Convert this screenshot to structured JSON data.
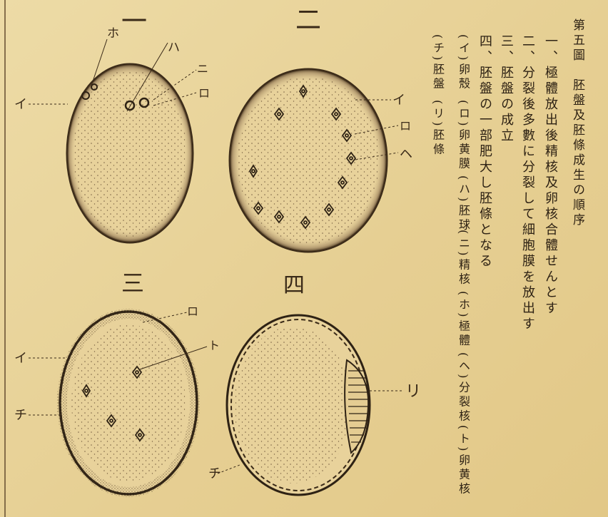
{
  "figures": {
    "fig1": {
      "number": "一",
      "labels": {
        "i": "イ",
        "ro": "ロ",
        "ha": "ハ",
        "ni": "ニ",
        "ho": "ホ"
      }
    },
    "fig2": {
      "number": "二",
      "labels": {
        "i": "イ",
        "ro": "ロ",
        "he": "ヘ"
      }
    },
    "fig3": {
      "number": "三",
      "labels": {
        "i": "イ",
        "ro": "ロ",
        "to": "ト",
        "chi": "チ"
      }
    },
    "fig4": {
      "number": "四",
      "labels": {
        "ri": "リ",
        "chi": "チ"
      }
    }
  },
  "caption": {
    "title": "第五圖　胚盤及胚條成生の順序",
    "steps": [
      "一、極體放出後精核及卵核合體せんとす",
      "二、分裂後多數に分裂して細胞膜を放出す",
      "三、胚盤の成立",
      "四、胚盤の一部肥大し胚條となる"
    ],
    "legend_a": [
      "(イ)卵殼",
      "(ロ)卵黄膜",
      "(ハ)胚球",
      "(ニ)精核",
      "(ホ)極體",
      "(ヘ)分裂核",
      "(ト)卵黄核"
    ],
    "legend_b": [
      "(チ)胚盤",
      "(リ)胚條"
    ]
  }
}
